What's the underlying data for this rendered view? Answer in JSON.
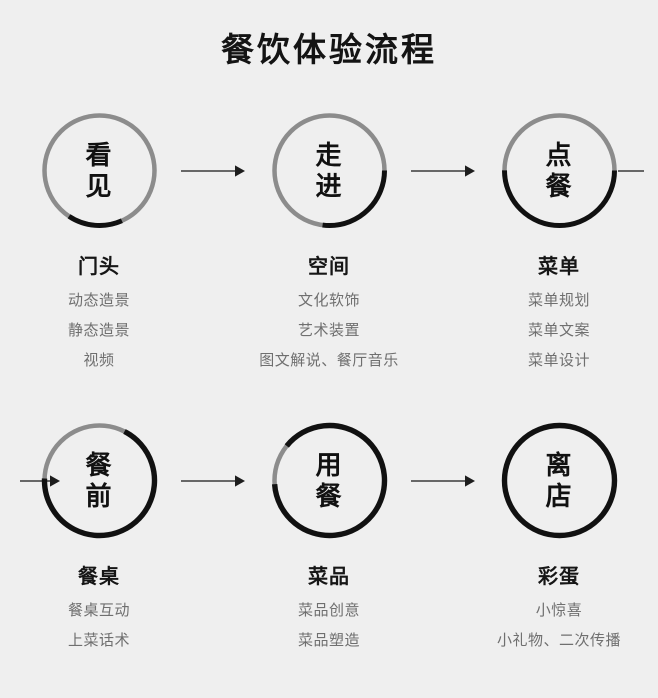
{
  "page": {
    "title": "餐饮体验流程",
    "background_color": "#efefef",
    "ring_track_color": "#8c8c8c",
    "ring_progress_color": "#111111",
    "arrow_color": "#3a3a3a"
  },
  "rows": [
    {
      "id": "row-1",
      "nodes": [
        {
          "stage": "看见",
          "title": "门头",
          "progress_percent": 16,
          "ring_style": "gray-track-black-arc",
          "subitems": [
            "动态造景",
            "静态造景",
            "视频"
          ]
        },
        {
          "stage": "走进",
          "title": "空间",
          "progress_percent": 27,
          "ring_style": "gray-track-black-arc",
          "subitems": [
            "文化软饰",
            "艺术装置",
            "图文解说、餐厅音乐"
          ]
        },
        {
          "stage": "点餐",
          "title": "菜单",
          "progress_percent": 50,
          "ring_style": "gray-track-black-arc",
          "subitems": [
            "菜单规划",
            "菜单文案",
            "菜单设计"
          ]
        }
      ]
    },
    {
      "id": "row-2",
      "nodes": [
        {
          "stage": "餐前",
          "title": "餐桌",
          "progress_percent": 68,
          "ring_style": "gray-track-black-arc",
          "subitems": [
            "餐桌互动",
            "上菜话术"
          ]
        },
        {
          "stage": "用餐",
          "title": "菜品",
          "progress_percent": 88,
          "ring_style": "gray-track-black-arc",
          "subitems": [
            "菜品创意",
            "菜品塑造"
          ]
        },
        {
          "stage": "离店",
          "title": "彩蛋",
          "progress_percent": 100,
          "ring_style": "all-black",
          "subitems": [
            "小惊喜",
            "小礼物、二次传播"
          ]
        }
      ]
    }
  ],
  "connectors": {
    "between_label": "arrow-right",
    "row1_trailing": "line-continues-right",
    "row2_leading": "arrow-enters-left"
  }
}
